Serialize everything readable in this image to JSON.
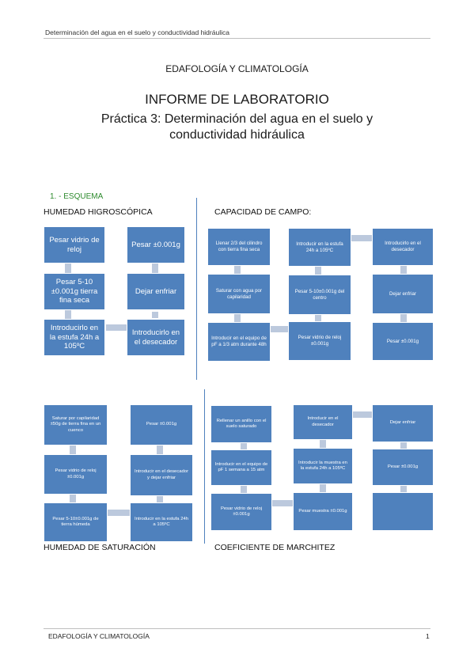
{
  "header": {
    "running_title": "Determinación del agua en el suelo y conductividad hidráulica"
  },
  "title_block": {
    "subject": "EDAFOLOGÍA Y CLIMATOLOGÍA",
    "report": "INFORME DE LABORATORIO",
    "practice_line1": "Práctica 3: Determinación del agua en el suelo y",
    "practice_line2": "conductividad hidráulica"
  },
  "section": {
    "heading": "1. - ESQUEMA"
  },
  "diagrams": {
    "humedad_higroscopica": {
      "label": "HUMEDAD HIGROSCÓPICA",
      "steps": [
        "Pesar vidrio de reloj",
        "Pesar 5-10 ±0.001g tierra fina seca",
        "Introducirlo en la estufa 24h a 105ºC",
        "Introducirlo en el desecador",
        "Dejar enfriar",
        "Pesar ±0.001g"
      ]
    },
    "capacidad_campo": {
      "label": "CAPACIDAD DE CAMPO:",
      "steps": [
        "Llenar 2/3 del cilindro con tierra fina seca",
        "Saturar con agua por capilaridad",
        "Introducir en el equipo de pF a 1/3 atm durante 48h",
        "Pesar vidrio de reloj ±0.001g",
        "Pesar 5-10±0.001g del centro",
        "Introducir en la estufa 24h a 105ºC",
        "Introducirlo en el desecador",
        "Dejar enfriar",
        "Pesar ±0.001g"
      ]
    },
    "humedad_saturacion": {
      "label": "HUMEDAD DE SATURACIÓN",
      "steps": [
        "Saturar por capilaridad ±50g de tierra fina en un cuenco",
        "Pesar vidrio de reloj ±0.001g",
        "Pesar 5-10±0.001g de tierra húmeda",
        "Introducir en la estufa 24h a 105ºC",
        "Introducir en el desecador y dejar enfriar",
        "Pesar ±0.001g"
      ]
    },
    "coeficiente_marchitez": {
      "label": "COEFICIENTE DE MARCHITEZ",
      "steps": [
        "Rellenar un anillo con el suelo saturado",
        "Introducir en el equipo de pF 1 semana a 15 atm",
        "Pesar vidrio de reloj ±0.001g",
        "Pesar muestra ±0.001g",
        "Introducir la muestra en la estufa 24h a 105ºC",
        "Introducir en el desecador",
        "Dejar enfriar",
        "Pesar ±0.001g",
        ""
      ]
    }
  },
  "footer": {
    "left": "EDAFOLOGÍA Y CLIMATOLOGÍA",
    "page_number": "1"
  }
}
